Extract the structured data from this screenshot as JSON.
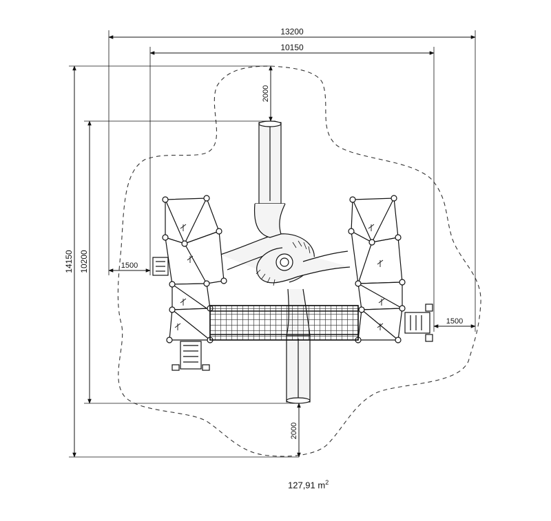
{
  "dimensions": {
    "overall_width": "13200",
    "structure_width": "10150",
    "overall_depth": "14150",
    "structure_depth": "10200",
    "left_clearance": "1500",
    "right_clearance": "1500",
    "top_clearance": "2000",
    "bottom_clearance": "2000"
  },
  "area": {
    "value": "127,91 m",
    "unit_superscript": "2"
  },
  "colors": {
    "line": "#111111",
    "safety_zone": "#333333",
    "slide_fill": "#f4f4f4"
  }
}
